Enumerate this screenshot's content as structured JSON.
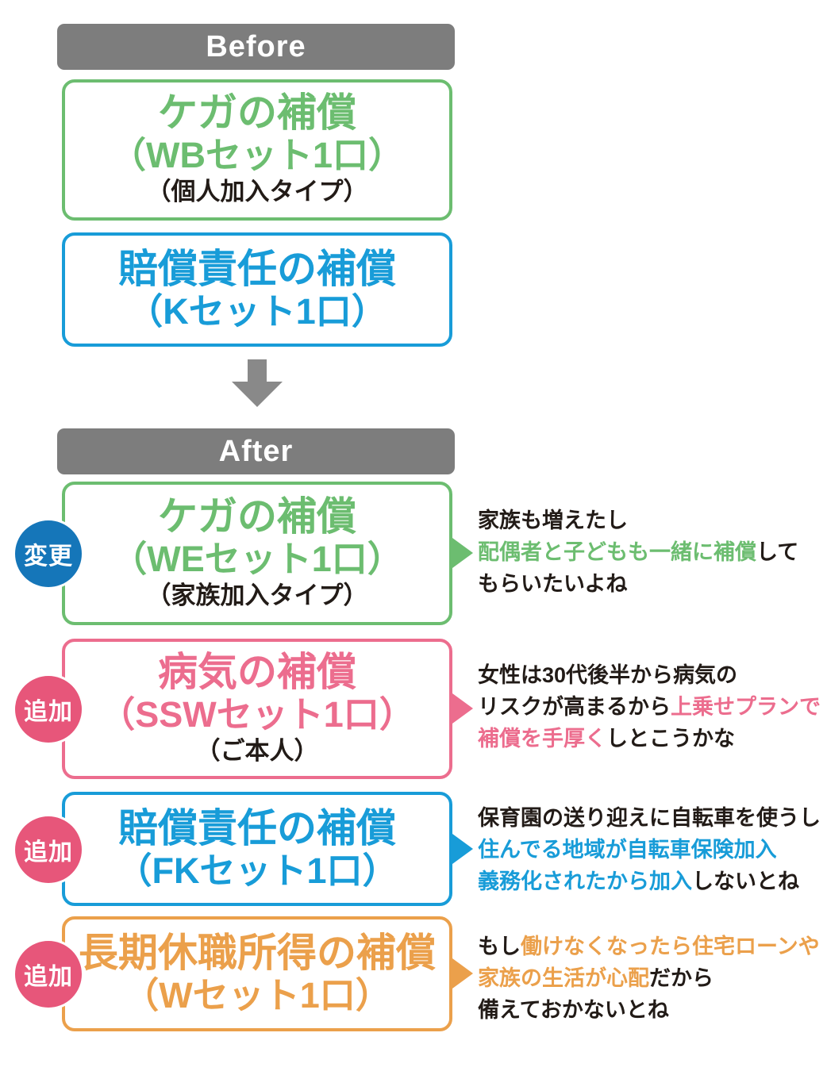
{
  "colors": {
    "header_gray": "#7d7d7d",
    "transition_arrow_gray": "#898989",
    "green": "#6cbd70",
    "blue": "#189cd8",
    "pink": "#ec6d8e",
    "orange": "#eba04b",
    "badge_change_blue": "#1576b9",
    "badge_add_pink": "#e7567a",
    "text_black": "#221b17",
    "background": "#ffffff"
  },
  "icons": {
    "transition": "down-arrow-icon",
    "callout": "right-arrow-icon"
  },
  "before": {
    "header": "Before",
    "boxes": [
      {
        "accent": "green",
        "title": "ケガの補償",
        "subtitle": "（WBセット1口）",
        "note": "（個人加入タイプ）"
      },
      {
        "accent": "blue",
        "title": "賠償責任の補償",
        "subtitle": "（Kセット1口）"
      }
    ]
  },
  "after": {
    "header": "After",
    "rows": [
      {
        "badge": "変更",
        "badge_color": "blue",
        "box": {
          "accent": "green",
          "title": "ケガの補償",
          "subtitle": "（WEセット1口）",
          "note": "（家族加入タイプ）"
        },
        "comment": [
          [
            {
              "text": "家族も増えたし",
              "color": "black"
            }
          ],
          [
            {
              "text": "配偶者と子どもも一緒に補償",
              "color": "green"
            },
            {
              "text": "して",
              "color": "black"
            }
          ],
          [
            {
              "text": "もらいたいよね",
              "color": "black"
            }
          ]
        ]
      },
      {
        "badge": "追加",
        "badge_color": "pink",
        "box": {
          "accent": "pink",
          "title": "病気の補償",
          "subtitle": "（SSWセット1口）",
          "note": "（ご本人）"
        },
        "comment": [
          [
            {
              "text": "女性は30代後半から病気の",
              "color": "black"
            }
          ],
          [
            {
              "text": "リスクが高まるから",
              "color": "black"
            },
            {
              "text": "上乗せプランで",
              "color": "pink"
            }
          ],
          [
            {
              "text": "補償を手厚く",
              "color": "pink"
            },
            {
              "text": "しとこうかな",
              "color": "black"
            }
          ]
        ]
      },
      {
        "badge": "追加",
        "badge_color": "pink",
        "box": {
          "accent": "blue",
          "title": "賠償責任の補償",
          "subtitle": "（FKセット1口）"
        },
        "comment": [
          [
            {
              "text": "保育園の送り迎えに自転車を使うし",
              "color": "black"
            }
          ],
          [
            {
              "text": "住んでる地域が自転車保険加入",
              "color": "blue"
            }
          ],
          [
            {
              "text": "義務化されたから加入",
              "color": "blue"
            },
            {
              "text": "しないとね",
              "color": "black"
            }
          ]
        ]
      },
      {
        "badge": "追加",
        "badge_color": "pink",
        "box": {
          "accent": "orange",
          "title": "長期休職所得の補償",
          "subtitle": "（Wセット1口）"
        },
        "comment": [
          [
            {
              "text": "もし",
              "color": "black"
            },
            {
              "text": "働けなくなったら住宅ローンや",
              "color": "orange"
            }
          ],
          [
            {
              "text": "家族の生活が心配",
              "color": "orange"
            },
            {
              "text": "だから",
              "color": "black"
            }
          ],
          [
            {
              "text": "備えておかないとね",
              "color": "black"
            }
          ]
        ]
      }
    ]
  }
}
